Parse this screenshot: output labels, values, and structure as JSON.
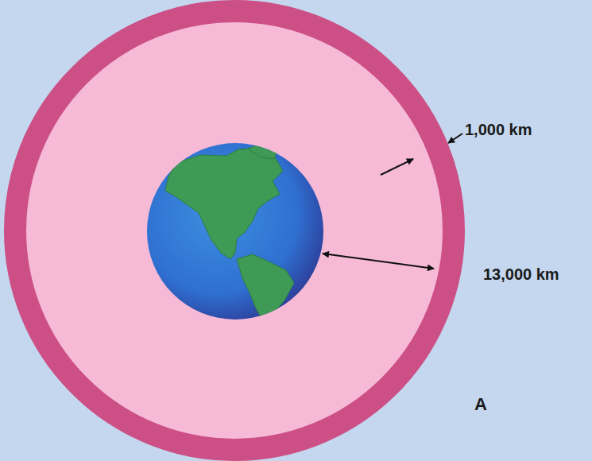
{
  "diagram": {
    "labels": [
      "1,000 km",
      "13,000 km",
      "A"
    ]
  }
}
